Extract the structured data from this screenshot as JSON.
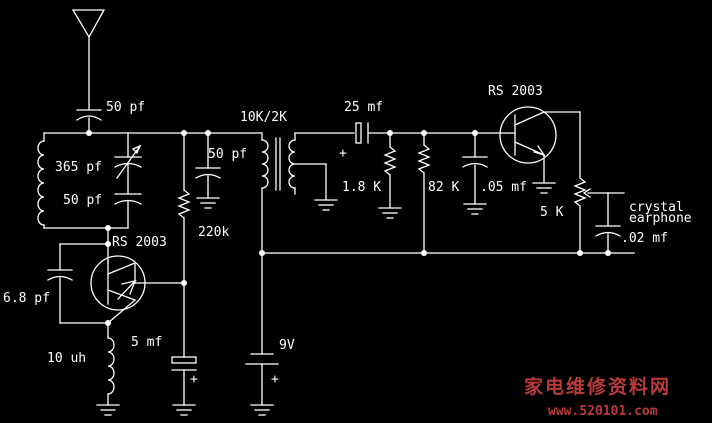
{
  "labels": {
    "c_antenna": "50 pf",
    "c_variable": "365 pf",
    "c_tank": "50 pf",
    "c_base": "50 pf",
    "transformer": "10K/2K",
    "c_coupling": "25 mf",
    "r_base": "220k",
    "r_secondary": "1.8 K",
    "r_bias": "82 K",
    "c_bypass": ".05 mf",
    "t2": "RS 2003",
    "t1": "RS 2003",
    "pot": "5 K",
    "earphone_line1": "crystal",
    "earphone_line2": "earphone",
    "c_earphone": ".02 mf",
    "c_feedback": "6.8 pf",
    "c_emitter": "5 mf",
    "battery": "9V",
    "inductor": "10 uh",
    "cap_plus": "+",
    "emitter_plus": "+",
    "battery_plus": "+"
  },
  "watermark": {
    "title": "家电维修资料网",
    "url": "www.520101.com",
    "color": "#b83a3a"
  }
}
